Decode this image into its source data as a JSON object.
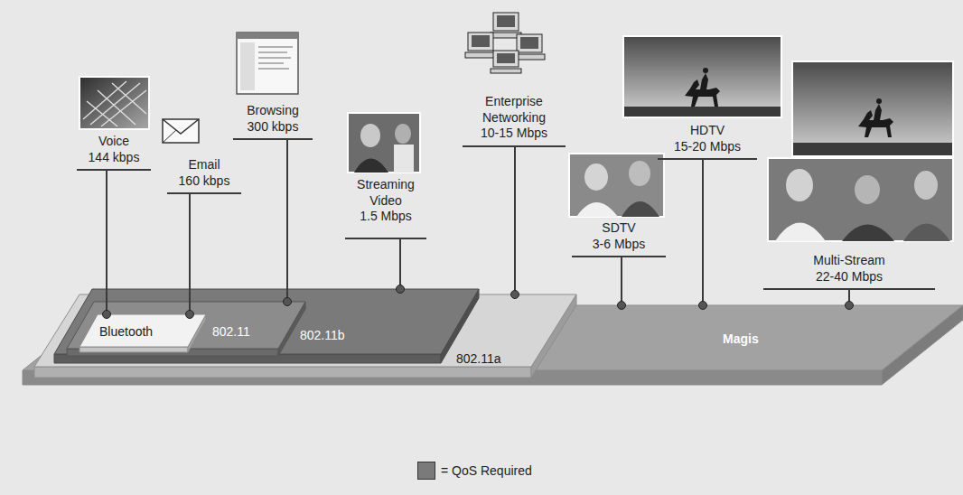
{
  "diagram": {
    "nodes": [
      {
        "text": [
          "Voice",
          "144 kbps"
        ]
      },
      {
        "text": [
          "Email",
          "160 kbps"
        ]
      },
      {
        "text": [
          "Browsing",
          "300 kbps"
        ]
      },
      {
        "text": [
          "Streaming Video",
          "1.5 Mbps"
        ]
      },
      {
        "text": [
          "Enterprise Networking",
          "10-15 Mbps"
        ]
      },
      {
        "text": [
          "SDTV",
          "3-6 Mbps"
        ]
      },
      {
        "text": [
          "HDTV",
          "15-20 Mbps"
        ]
      },
      {
        "text": [
          "Multi-Stream",
          "22-40 Mbps"
        ]
      },
      {
        "text": [
          "Bluetooth"
        ]
      },
      {
        "text": [
          "802.11"
        ]
      },
      {
        "text": [
          "802.11b"
        ]
      },
      {
        "text": [
          "802.11a"
        ]
      },
      {
        "text": [
          "Magis"
        ]
      }
    ],
    "edges": [
      {
        "from": 0,
        "to": 8,
        "arrow": "none"
      },
      {
        "from": 1,
        "to": 8,
        "arrow": "none"
      },
      {
        "from": 2,
        "to": 9,
        "arrow": "none"
      },
      {
        "from": 3,
        "to": 10,
        "arrow": "none"
      },
      {
        "from": 4,
        "to": 11,
        "arrow": "none"
      },
      {
        "from": 5,
        "to": 12,
        "arrow": "none"
      },
      {
        "from": 6,
        "to": 12,
        "arrow": "none"
      },
      {
        "from": 7,
        "to": 12,
        "arrow": "none"
      }
    ],
    "legend": [
      {
        "text": "= QoS Required",
        "color": "#7a7a7a"
      }
    ]
  }
}
